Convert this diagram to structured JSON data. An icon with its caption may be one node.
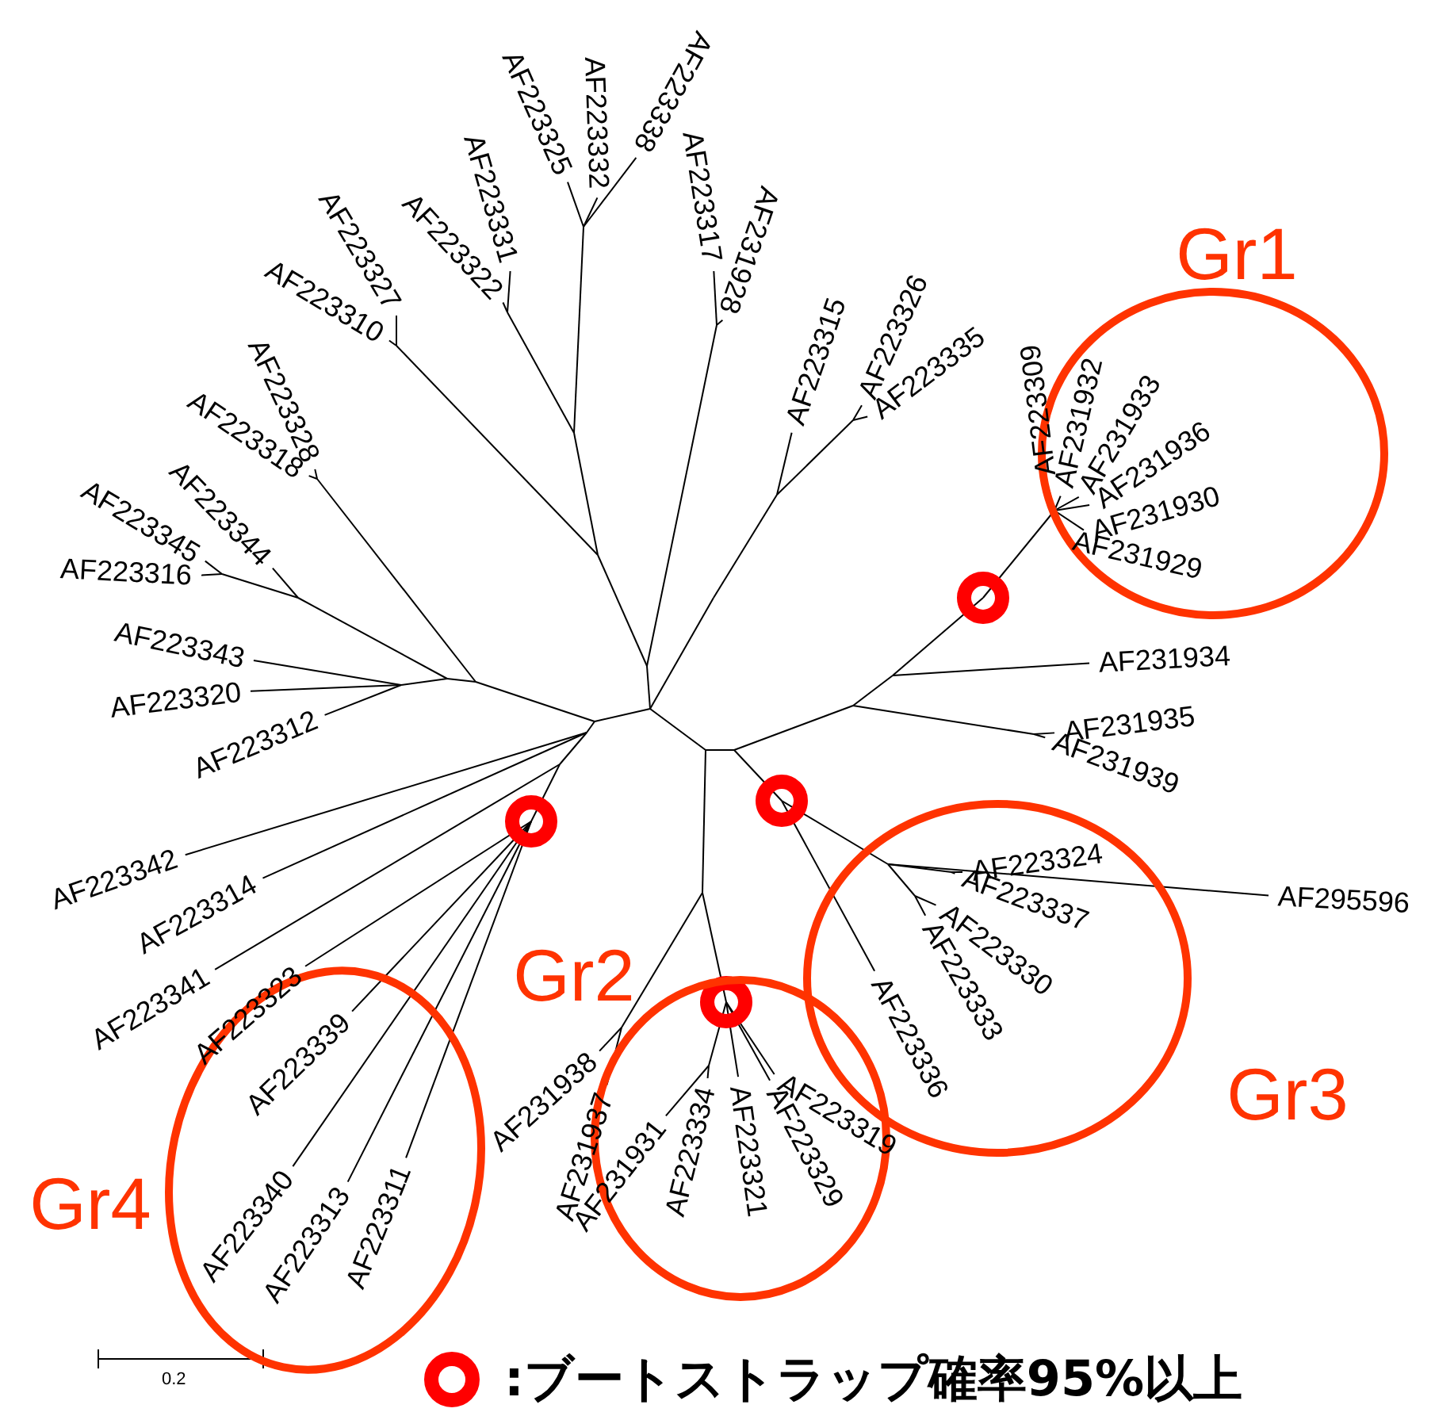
{
  "diagram": {
    "nodes": [
      {
        "text": [
          "Gr1"
        ]
      },
      {
        "text": [
          "Gr2"
        ]
      },
      {
        "text": [
          "Gr3"
        ]
      },
      {
        "text": [
          "Gr4"
        ]
      }
    ],
    "labels": [
      "AF223325",
      "AF223332",
      "AF223338",
      "AF223331",
      "AF223317",
      "AF223327",
      "AF223322",
      "AF231928",
      "AF223310",
      "AF223315",
      "AF223326",
      "AF223328",
      "AF223335",
      "AF223309",
      "AF231932",
      "AF231933",
      "AF223318",
      "AF231936",
      "AF223345",
      "AF223344",
      "AF231930",
      "AF223316",
      "AF231929",
      "AF223343",
      "AF231934",
      "AF223320",
      "AF223312",
      "AF231935",
      "AF231939",
      "AF223342",
      "AF223314",
      "AF223337",
      "AF223324",
      "AF295596",
      "AF223341",
      "AF223323",
      "AF223336",
      "AF223333",
      "AF223330",
      "AF223339",
      "AF231938",
      "AF231937",
      "AF223334",
      "AF223321",
      "AF223329",
      "AF223319",
      "AF223340",
      "AF223313",
      "AF223311",
      "AF231931",
      "0.2"
    ],
    "legend": [
      {
        "text": ":ブートストラップ確率95%以上"
      }
    ]
  }
}
